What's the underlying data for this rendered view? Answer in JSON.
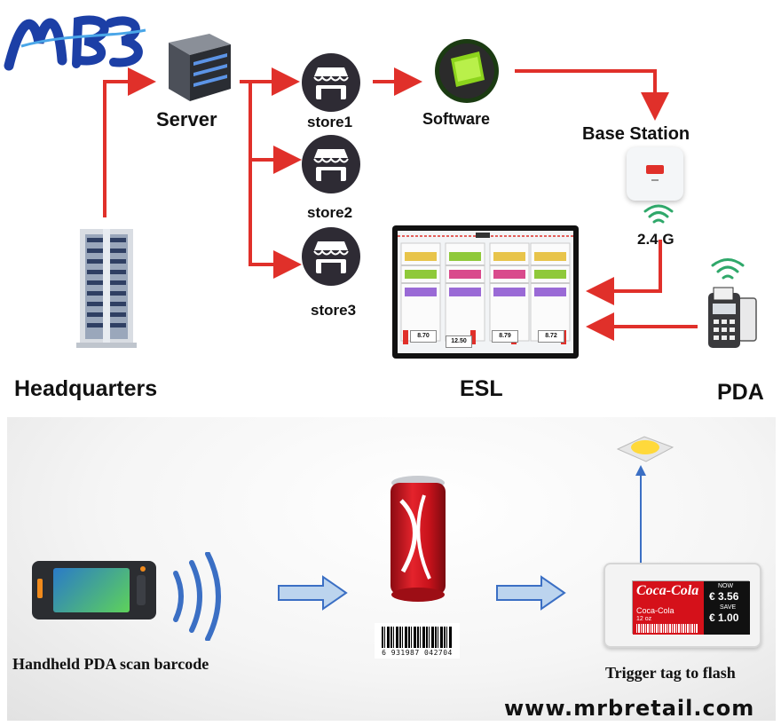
{
  "brand": {
    "logo_text": "MRB"
  },
  "top": {
    "server_label": "Server",
    "stores": [
      {
        "label": "store1"
      },
      {
        "label": "store2"
      },
      {
        "label": "store3"
      }
    ],
    "software_label": "Software",
    "base_station_label": "Base Station",
    "frequency_label": "2.4 G",
    "headquarters_label": "Headquarters",
    "esl_label": "ESL",
    "pda_label": "PDA",
    "shelf_prices": [
      "8.70",
      "12.50",
      "8.79",
      "8.72"
    ]
  },
  "bottom": {
    "pda_scan_label": "Handheld PDA scan barcode",
    "barcode_digits": "6 931987 042704",
    "trigger_label": "Trigger tag to flash",
    "tag": {
      "brand": "Coca-Cola",
      "product": "Coca-Cola",
      "size": "12 oz",
      "now_label": "NOW",
      "now_price": "€ 3.56",
      "save_label": "SAVE",
      "save_price": "€ 1.00"
    },
    "website": "www.mrbretail.com"
  },
  "colors": {
    "arrow_red": "#e0302a",
    "logo_blue": "#1c3fa6",
    "flow_blue": "#3b6fc4"
  }
}
